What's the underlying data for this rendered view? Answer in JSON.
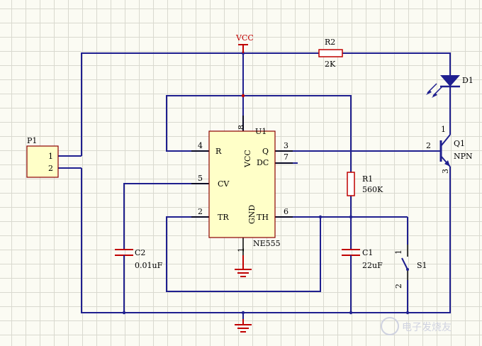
{
  "power": {
    "vcc": "VCC"
  },
  "connector": {
    "ref": "P1",
    "pin1": "1",
    "pin2": "2"
  },
  "ic": {
    "ref": "U1",
    "part": "NE555",
    "pins": {
      "r": "R",
      "vcc": "VCC",
      "q": "Q",
      "dc": "DC",
      "cv": "CV",
      "tr": "TR",
      "gnd": "GND",
      "th": "TH"
    },
    "numbers": {
      "p1": "1",
      "p2": "2",
      "p3": "3",
      "p4": "4",
      "p5": "5",
      "p6": "6",
      "p7": "7",
      "p8": "8"
    }
  },
  "r1": {
    "ref": "R1",
    "value": "560K"
  },
  "r2": {
    "ref": "R2",
    "value": "2K"
  },
  "c1": {
    "ref": "C1",
    "value": "22uF"
  },
  "c2": {
    "ref": "C2",
    "value": "0.01uF"
  },
  "d1": {
    "ref": "D1"
  },
  "q1": {
    "ref": "Q1",
    "type": "NPN",
    "pin1": "1",
    "pin2": "2",
    "pin3": "3"
  },
  "s1": {
    "ref": "S1",
    "pin1": "1",
    "pin2": "2"
  },
  "watermark": {
    "text": "电子发烧友"
  },
  "colors": {
    "wire": "#1f1f8f",
    "power": "#c00000",
    "ic_body": "#ffffc8",
    "grid": "#d9d9cf"
  }
}
